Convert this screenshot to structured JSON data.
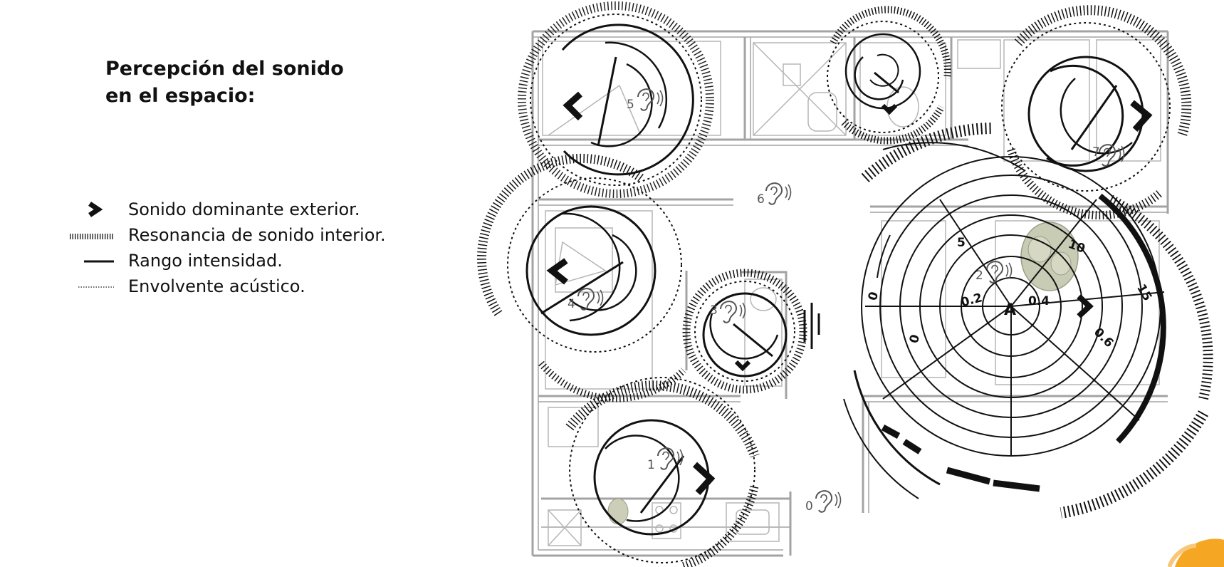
{
  "title": {
    "line1": "Percepción  del sonido",
    "line2": "en el espacio:"
  },
  "legend": [
    {
      "symbol": "chevron",
      "text": "Sonido dominante exterior."
    },
    {
      "symbol": "hatched",
      "text": "Resonancia de sonido interior."
    },
    {
      "symbol": "solid",
      "text": "Rango intensidad."
    },
    {
      "symbol": "dotted",
      "text": "Envolvente acústico."
    }
  ],
  "zones": [
    {
      "number": "5",
      "icon": "ear-icon"
    },
    {
      "number": "6",
      "icon": "ear-icon"
    },
    {
      "number": "4",
      "icon": "ear-icon"
    },
    {
      "number": "3",
      "icon": "ear-icon"
    },
    {
      "number": "1",
      "icon": "ear-icon"
    },
    {
      "number": "0",
      "icon": "ear-icon"
    },
    {
      "number": "2",
      "icon": "ear-icon"
    },
    {
      "number": "7",
      "icon": "ear-icon"
    }
  ],
  "radar": {
    "center_label": "A",
    "ring_labels": [
      "0.2",
      "0.4",
      "0.6"
    ],
    "spoke_labels": [
      "5",
      "10",
      "15"
    ],
    "zero_labels": [
      "0",
      "0"
    ]
  },
  "colors": {
    "ink": "#111111",
    "plan_line": "#9a9a9a",
    "accent": "#f5a623"
  }
}
